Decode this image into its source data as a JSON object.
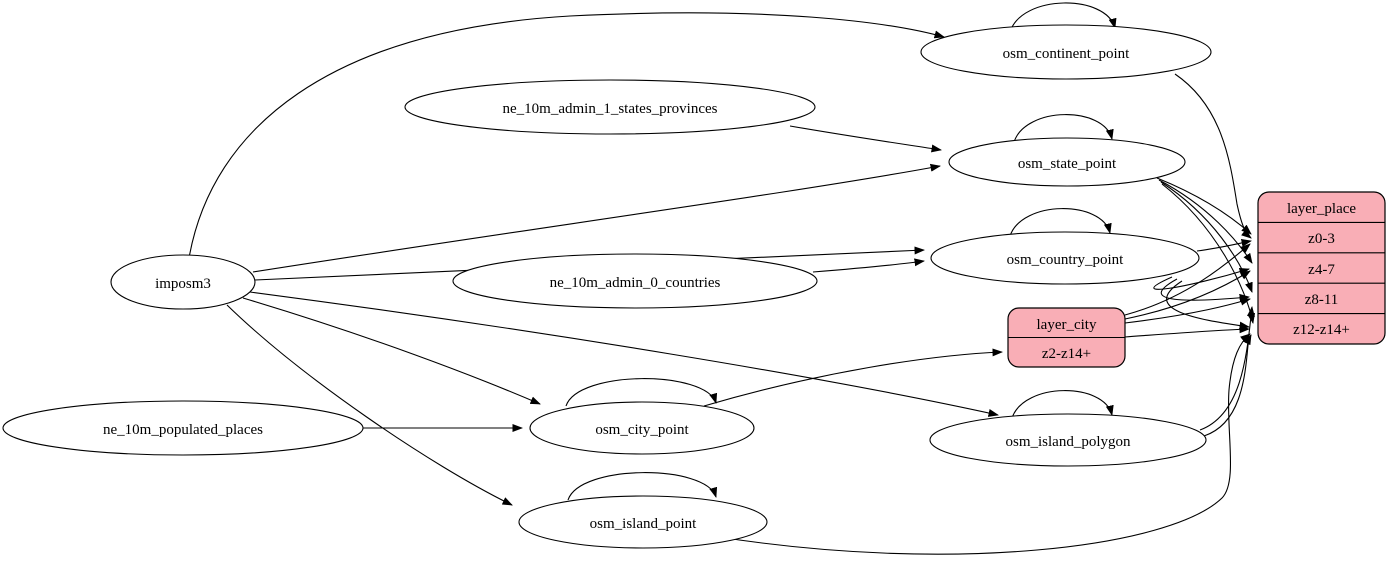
{
  "diagram": {
    "type": "etl-graph",
    "background": "#ffffff",
    "colors": {
      "node_fill": "#ffffff",
      "record_fill": "#f9aeb6",
      "stroke": "#000000",
      "text": "#000000"
    },
    "nodes": {
      "imposm3": {
        "label": "imposm3",
        "shape": "ellipse"
      },
      "ne_10m_admin_1_states_provinces": {
        "label": "ne_10m_admin_1_states_provinces",
        "shape": "ellipse"
      },
      "ne_10m_admin_0_countries": {
        "label": "ne_10m_admin_0_countries",
        "shape": "ellipse"
      },
      "ne_10m_populated_places": {
        "label": "ne_10m_populated_places",
        "shape": "ellipse"
      },
      "osm_continent_point": {
        "label": "osm_continent_point",
        "shape": "ellipse"
      },
      "osm_state_point": {
        "label": "osm_state_point",
        "shape": "ellipse"
      },
      "osm_country_point": {
        "label": "osm_country_point",
        "shape": "ellipse"
      },
      "osm_city_point": {
        "label": "osm_city_point",
        "shape": "ellipse"
      },
      "osm_island_polygon": {
        "label": "osm_island_polygon",
        "shape": "ellipse"
      },
      "osm_island_point": {
        "label": "osm_island_point",
        "shape": "ellipse"
      },
      "layer_city": {
        "label": "layer_city",
        "shape": "record",
        "rows": [
          "z2-z14+"
        ]
      },
      "layer_place": {
        "label": "layer_place",
        "shape": "record",
        "rows": [
          "z0-3",
          "z4-7",
          "z8-11",
          "z12-z14+"
        ]
      }
    },
    "edges": [
      {
        "from": "imposm3",
        "to": "osm_continent_point"
      },
      {
        "from": "imposm3",
        "to": "osm_state_point"
      },
      {
        "from": "imposm3",
        "to": "osm_country_point"
      },
      {
        "from": "imposm3",
        "to": "osm_city_point"
      },
      {
        "from": "imposm3",
        "to": "osm_island_polygon"
      },
      {
        "from": "imposm3",
        "to": "osm_island_point"
      },
      {
        "from": "ne_10m_admin_1_states_provinces",
        "to": "osm_state_point"
      },
      {
        "from": "ne_10m_admin_0_countries",
        "to": "osm_country_point"
      },
      {
        "from": "ne_10m_populated_places",
        "to": "osm_city_point"
      },
      {
        "from": "osm_continent_point",
        "to": "osm_continent_point"
      },
      {
        "from": "osm_state_point",
        "to": "osm_state_point"
      },
      {
        "from": "osm_country_point",
        "to": "osm_country_point"
      },
      {
        "from": "osm_city_point",
        "to": "osm_city_point"
      },
      {
        "from": "osm_island_polygon",
        "to": "osm_island_polygon"
      },
      {
        "from": "osm_island_point",
        "to": "osm_island_point"
      },
      {
        "from": "osm_continent_point",
        "to": "layer_place",
        "port": "z0-3"
      },
      {
        "from": "osm_state_point",
        "to": "layer_place",
        "port": "z0-3"
      },
      {
        "from": "osm_state_point",
        "to": "layer_place",
        "port": "z4-7"
      },
      {
        "from": "osm_state_point",
        "to": "layer_place",
        "port": "z8-11"
      },
      {
        "from": "osm_state_point",
        "to": "layer_place",
        "port": "z12-z14+"
      },
      {
        "from": "osm_country_point",
        "to": "layer_place",
        "port": "z0-3"
      },
      {
        "from": "osm_country_point",
        "to": "layer_place",
        "port": "z4-7"
      },
      {
        "from": "osm_country_point",
        "to": "layer_place",
        "port": "z8-11"
      },
      {
        "from": "osm_country_point",
        "to": "layer_place",
        "port": "z12-z14+"
      },
      {
        "from": "osm_city_point",
        "to": "layer_city",
        "port": "z2-z14+"
      },
      {
        "from": "layer_city",
        "to": "layer_place",
        "port": "z0-3"
      },
      {
        "from": "layer_city",
        "to": "layer_place",
        "port": "z4-7"
      },
      {
        "from": "layer_city",
        "to": "layer_place",
        "port": "z8-11"
      },
      {
        "from": "layer_city",
        "to": "layer_place",
        "port": "z12-z14+"
      },
      {
        "from": "osm_island_polygon",
        "to": "layer_place",
        "port": "z8-11"
      },
      {
        "from": "osm_island_polygon",
        "to": "layer_place",
        "port": "z12-z14+"
      },
      {
        "from": "osm_island_point",
        "to": "layer_place",
        "port": "z12-z14+"
      }
    ]
  }
}
